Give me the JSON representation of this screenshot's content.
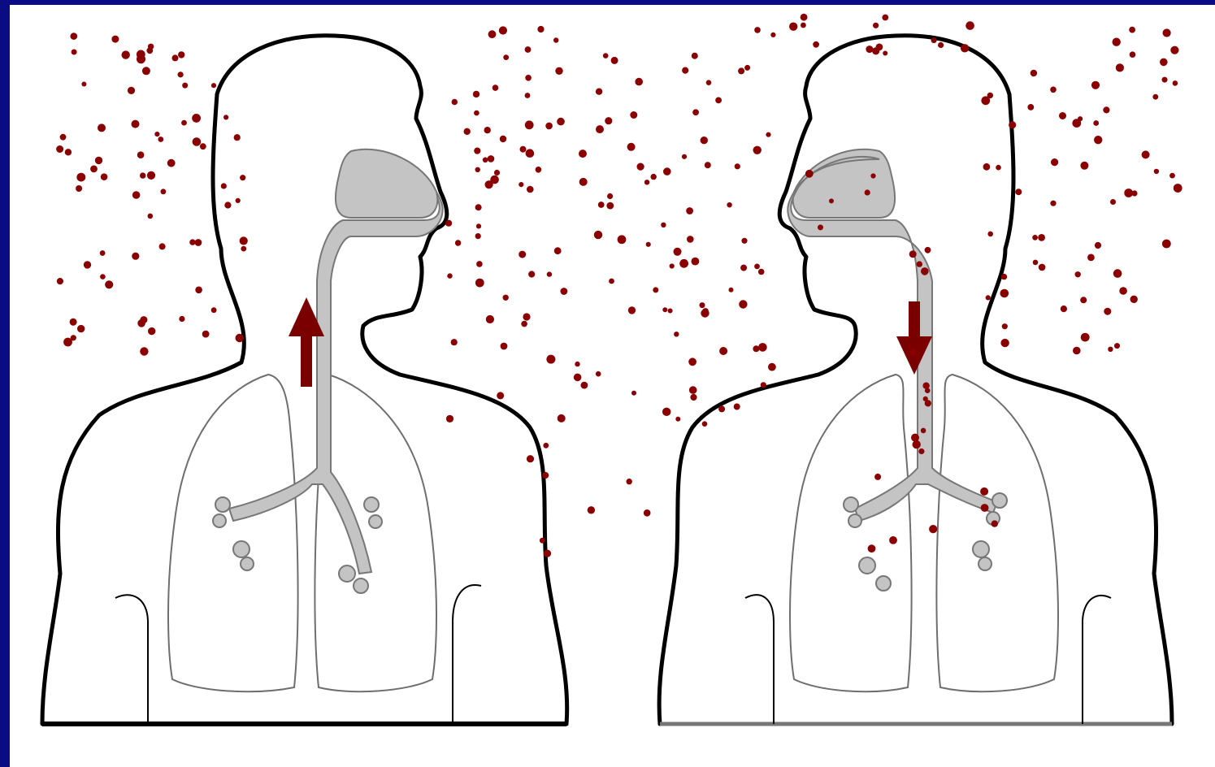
{
  "colors": {
    "frame": "#0b0b84",
    "background": "#ffffff",
    "outline": "#000000",
    "lung_outline": "#6e6e6e",
    "airway_fill": "#c4c4c4",
    "particle": "#8a0000",
    "arrow": "#7a0000"
  },
  "figures": [
    {
      "id": "infected-person",
      "facing": "right",
      "airflow": "exhale"
    },
    {
      "id": "exposed-person",
      "facing": "left",
      "airflow": "inhale"
    }
  ],
  "particles": {
    "left_region_count": 70,
    "middle_region_count": 130,
    "right_region_count": 60,
    "right_airway_count": 25
  }
}
